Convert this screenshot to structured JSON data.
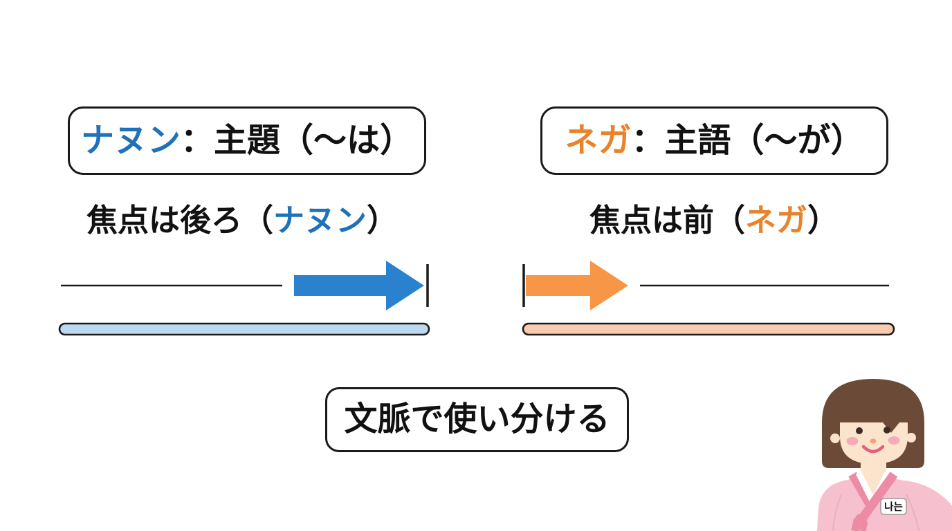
{
  "slide": {
    "title_left": {
      "term": "ナヌン",
      "rest": "：主題（〜は）"
    },
    "title_right": {
      "term": "ネガ",
      "rest": "：主語（〜が）"
    },
    "focus_left": {
      "pre": "焦点は後ろ（",
      "term": "ナヌン",
      "post": "）"
    },
    "focus_right": {
      "pre": "焦点は前（",
      "term": "ネガ",
      "post": "）"
    },
    "bottom_note": "文脈で使い分ける",
    "character": {
      "name_tag": "나는",
      "description": "girl in pink hanbok"
    },
    "colors": {
      "blue_text": "#1f72b8",
      "orange_text": "#e8832c",
      "blue_arrow": "#2a82cf",
      "orange_arrow": "#f79646",
      "blue_bar": "#bcd9f2",
      "orange_bar": "#f8cbae",
      "outline": "#1a1a1a"
    }
  }
}
